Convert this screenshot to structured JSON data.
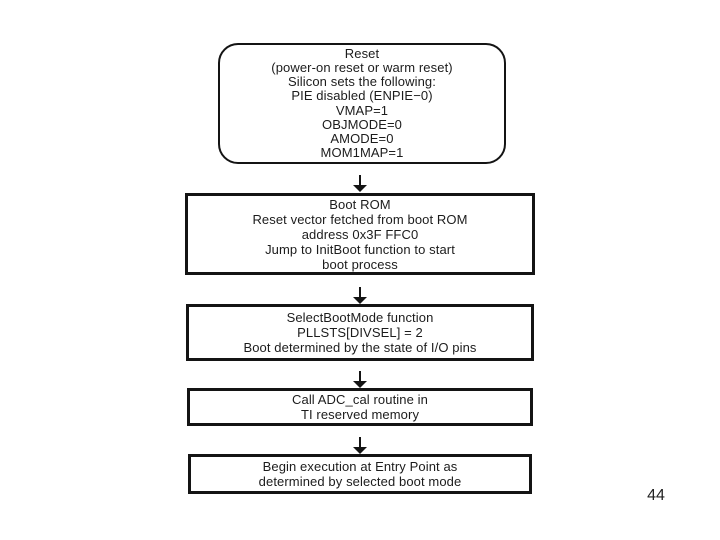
{
  "slide": {
    "background_color": "#ffffff",
    "page_number": "44"
  },
  "flowchart": {
    "stroke_color": "#141414",
    "text_color": "#1c1c1c",
    "nodes": [
      {
        "id": "reset",
        "shape": "rounded-rectangle",
        "lines": [
          "Reset",
          "(power-on reset or warm reset)",
          "Silicon sets the following:",
          "PIE disabled (ENPIE−0)",
          "VMAP=1",
          "OBJMODE=0",
          "AMODE=0",
          "MOM1MAP=1"
        ]
      },
      {
        "id": "boot-rom",
        "shape": "rectangle",
        "lines": [
          "Boot ROM",
          "Reset vector fetched from boot ROM",
          "address 0x3F FFC0",
          "Jump to InitBoot function to start",
          "boot process"
        ]
      },
      {
        "id": "select-boot-mode",
        "shape": "rectangle",
        "lines": [
          "SelectBootMode function",
          "PLLSTS[DIVSEL] = 2",
          "Boot determined by the state of I/O pins"
        ]
      },
      {
        "id": "adc-cal",
        "shape": "rectangle",
        "lines": [
          "Call ADC_cal routine in",
          "TI reserved memory"
        ]
      },
      {
        "id": "begin-execution",
        "shape": "rectangle",
        "lines": [
          "Begin execution at Entry Point as",
          "determined by selected boot mode"
        ]
      }
    ],
    "connectors": [
      {
        "from": "reset",
        "to": "boot-rom",
        "type": "arrow-down"
      },
      {
        "from": "boot-rom",
        "to": "select-boot-mode",
        "type": "arrow-down"
      },
      {
        "from": "select-boot-mode",
        "to": "adc-cal",
        "type": "arrow-down"
      },
      {
        "from": "adc-cal",
        "to": "begin-execution",
        "type": "arrow-down"
      }
    ]
  }
}
